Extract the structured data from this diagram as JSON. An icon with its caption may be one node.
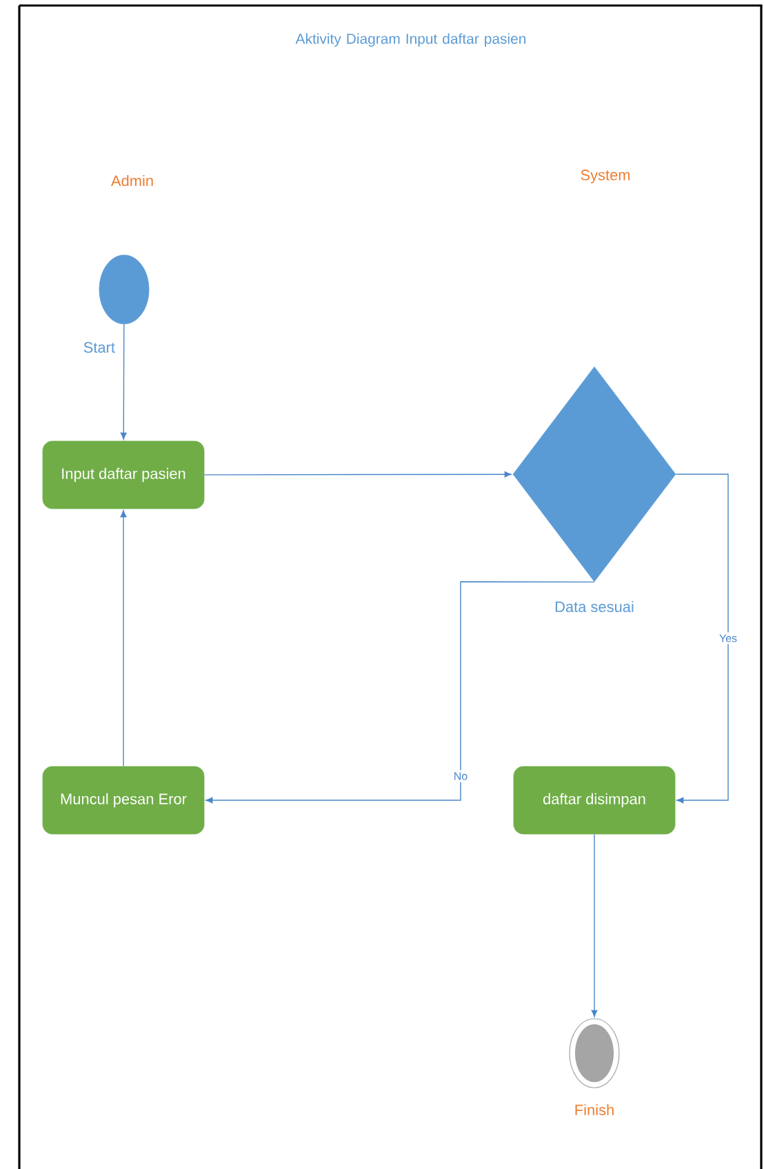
{
  "diagram": {
    "title": "Aktivity Diagram Input daftar pasien",
    "nodes": [
      {
        "text": [],
        "shape": "circle",
        "beside": [
          "Start"
        ]
      },
      {
        "text": [
          "Input daftar pasien"
        ]
      },
      {
        "text": [],
        "shape": "diamond",
        "beside": [
          "Data sesuai"
        ]
      },
      {
        "text": [
          "Muncul pesan Eror"
        ]
      },
      {
        "text": [
          "daftar disimpan"
        ]
      },
      {
        "text": [],
        "shape": "circle",
        "beside": [
          "Finish"
        ]
      }
    ],
    "edges": [
      {
        "from": 0,
        "to": 1,
        "arrow": "to"
      },
      {
        "from": 1,
        "to": 2,
        "arrow": "to"
      },
      {
        "from": 2,
        "to": 3,
        "arrow": "to",
        "label": "No"
      },
      {
        "from": 2,
        "to": 4,
        "arrow": "to",
        "label": "Yes"
      },
      {
        "from": 3,
        "to": 1,
        "arrow": "to"
      },
      {
        "from": 4,
        "to": 5,
        "arrow": "to"
      }
    ],
    "labels": [
      "Admin",
      "System"
    ]
  }
}
